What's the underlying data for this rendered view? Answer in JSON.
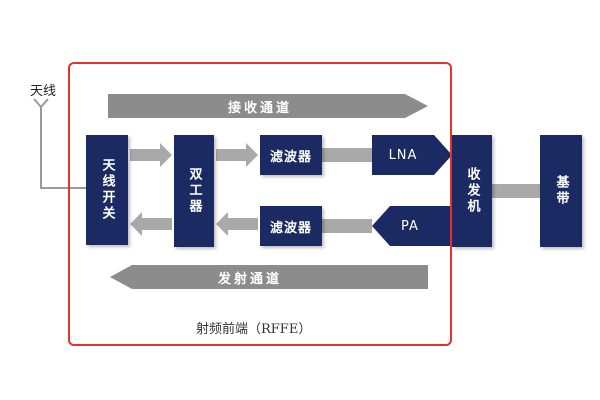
{
  "antenna_label": "天线",
  "paths": {
    "receive": "接收通道",
    "transmit": "发射通道"
  },
  "blocks": {
    "antenna_switch": "天线开关",
    "duplexer": "双工器",
    "filter_rx": "滤波器",
    "filter_tx": "滤波器",
    "lna": "LNA",
    "pa": "PA",
    "transceiver": "收发机",
    "baseband": "基带"
  },
  "rffe_label": "射频前端（RFFE）",
  "colors": {
    "block": "#1b2a63",
    "arrow": "#a9a9a9",
    "band": "#8c8c8c",
    "frame": "#e4332e",
    "antenna_line": "#9a9a9a"
  }
}
